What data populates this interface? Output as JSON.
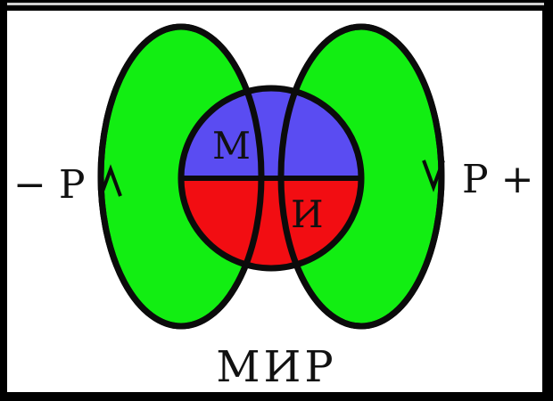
{
  "diagram": {
    "label_left": "− P",
    "label_right": "P +",
    "label_quadrant_top": "М",
    "label_quadrant_bottom": "И",
    "caption": "МИР"
  },
  "colors": {
    "lobes": "#12ee12",
    "top_half": "#5a4cf2",
    "bottom_half": "#f20d12",
    "stroke": "#0b0b0b",
    "background": "#ffffff",
    "frame": "#000000"
  }
}
